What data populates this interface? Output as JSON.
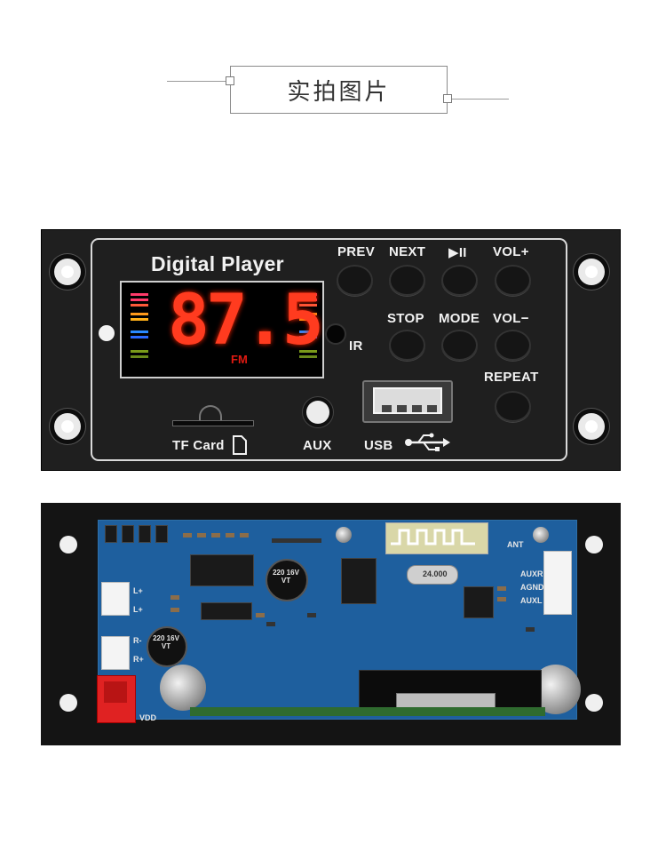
{
  "header": {
    "title": "实拍图片"
  },
  "front_panel": {
    "brand": "Digital Player",
    "display": {
      "frequency": "87.5",
      "band": "FM"
    },
    "buttons": {
      "prev": "PREV",
      "next": "NEXT",
      "play_pause": "▶II",
      "vol_up": "VOL+",
      "stop": "STOP",
      "mode": "MODE",
      "vol_down": "VOL−",
      "repeat": "REPEAT"
    },
    "ir_label": "IR",
    "tf_label": "TF Card",
    "aux_label": "AUX",
    "usb_label": "USB"
  },
  "back_board": {
    "labels": {
      "l_plus_1": "L+",
      "l_plus_2": "L+",
      "r_minus": "R-",
      "r_plus": "R+",
      "vdd": "VDD",
      "ant": "ANT",
      "auxr": "AUXR",
      "agnd": "AGND",
      "auxl": "AUXL",
      "cap_large": "220 16V VT",
      "cap_small": "220 16V VT",
      "crystal": "24.000"
    }
  },
  "colors": {
    "panel": "#1f1f1f",
    "pcb": "#1e5f9e",
    "display_segment": "#ff3b1f"
  }
}
